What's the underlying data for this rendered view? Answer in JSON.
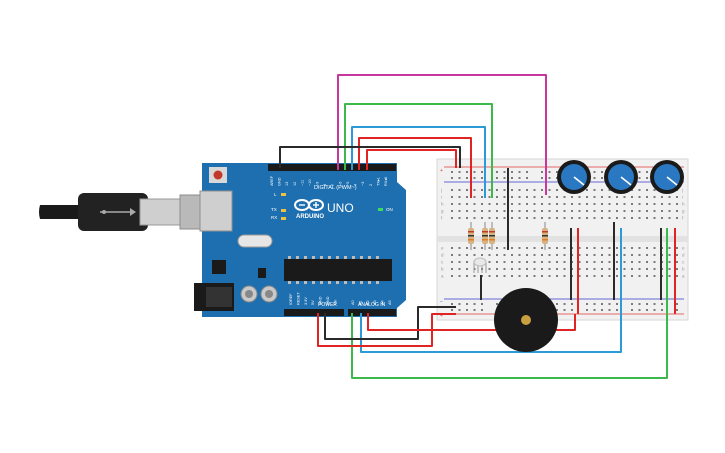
{
  "board": {
    "digital_label": "DIGITAL (PWM~)",
    "brand_label": "ARDUINO",
    "model_label": "UNO",
    "power_label": "POWER",
    "analog_label": "ANALOG IN",
    "on_label": "ON",
    "tx_label": "TX",
    "rx_label": "RX",
    "l_label": "L",
    "top_pins": [
      "AREF",
      "GND",
      "13",
      "12",
      "~11",
      "~10",
      "~9",
      "8",
      "7",
      "~6",
      "~5",
      "4",
      "~3",
      "2",
      "TX▸1",
      "RX◂0"
    ],
    "power_pins": [
      "IOREF",
      "RESET",
      "3.3V",
      "5V",
      "GND",
      "GND",
      "Vin"
    ],
    "analog_pins": [
      "A0",
      "A1",
      "A2",
      "A3",
      "A4",
      "A5"
    ]
  },
  "breadboard": {
    "row_letters_top": [
      "j",
      "i",
      "h",
      "g",
      "f"
    ],
    "row_letters_bottom": [
      "e",
      "d",
      "c",
      "b",
      "a"
    ],
    "rail_plus": "+",
    "rail_minus": "−"
  },
  "colors": {
    "board": "#1e6fb0",
    "wire_red": "#e02424",
    "wire_black": "#2a2a2a",
    "wire_green": "#3db84a",
    "wire_blue": "#2a9bd6",
    "wire_magenta": "#c8379b",
    "pot": "#2a78c2",
    "buzzer": "#1a1a1a"
  }
}
